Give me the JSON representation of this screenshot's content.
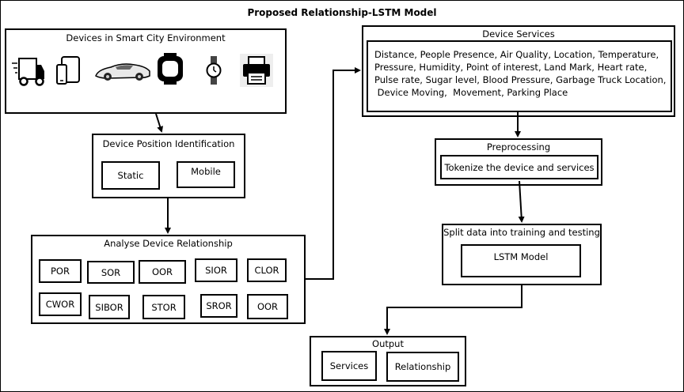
{
  "title": "Proposed Relationship-LSTM Model",
  "devices": {
    "title": "Devices in Smart City Environment",
    "icons": [
      "truck-icon",
      "tablet-icon",
      "car-icon",
      "smartwatch-icon",
      "wristwatch-icon",
      "printer-icon"
    ]
  },
  "position": {
    "title": "Device Position Identification",
    "static": "Static",
    "mobile": "Mobile"
  },
  "relationship": {
    "title": "Analyse Device Relationship",
    "items": [
      "POR",
      "SOR",
      "OOR",
      "SIOR",
      "CLOR",
      "CWOR",
      "SIBOR",
      "STOR",
      "SROR",
      "OOR"
    ]
  },
  "services": {
    "title": "Device Services",
    "lines": [
      "Distance, People Presence, Air Quality, Location, Temperature,",
      "Pressure, Humidity, Point of interest,  Land Mark, Heart rate,",
      "Pulse rate, Sugar level, Blood Pressure,  Garbage Truck Location,",
      " Device Moving,  Movement, Parking Place"
    ]
  },
  "preprocessing": {
    "title": "Preprocessing",
    "tokenize": "Tokenize the device and services"
  },
  "split": {
    "title": "Split data into training and testing",
    "model": "LSTM Model"
  },
  "output": {
    "title": "Output",
    "services": "Services",
    "relationship": "Relationship"
  }
}
